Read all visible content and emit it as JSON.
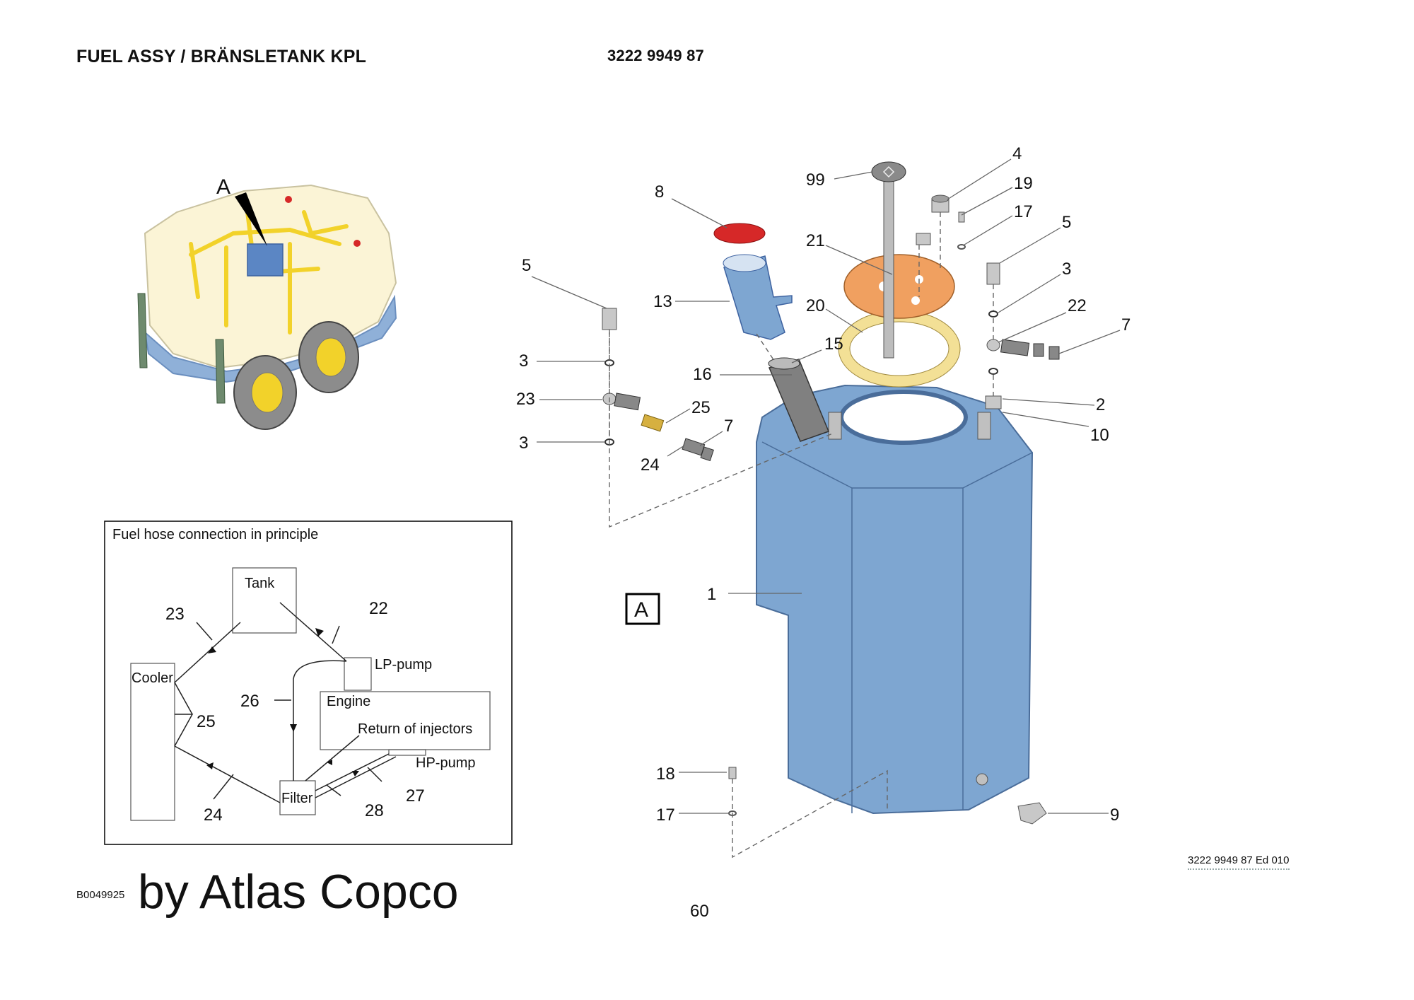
{
  "header": {
    "title": "FUEL ASSY / BRÄNSLETANK KPL",
    "part_number": "3222 9949 87"
  },
  "overview": {
    "view_letter": "A"
  },
  "callouts": [
    "4",
    "99",
    "19",
    "8",
    "17",
    "21",
    "5",
    "5",
    "3",
    "13",
    "20",
    "22",
    "7",
    "3",
    "15",
    "16",
    "2",
    "23",
    "25",
    "10",
    "7",
    "3",
    "24",
    "1",
    "18",
    "17",
    "9"
  ],
  "view_box_label": "A",
  "principle_box": {
    "title": "Fuel hose connection in principle",
    "labels": {
      "tank": "Tank",
      "cooler": "Cooler",
      "lp_pump": "LP-pump",
      "engine": "Engine",
      "return": "Return of injectors",
      "hp_pump": "HP-pump",
      "filter": "Filter"
    },
    "numbers": [
      "23",
      "22",
      "26",
      "25",
      "24",
      "27",
      "28"
    ]
  },
  "footer": {
    "figure_id": "B0049925",
    "watermark": "by Atlas Copco",
    "page": "60",
    "edition": "3222 9949 87 Ed 010"
  },
  "colors": {
    "tank_blue": "#7ea6d1",
    "flange_orange": "#f0a060",
    "gasket_yellow": "#f3e096",
    "cap_red": "#d62828",
    "machine_yellow": "#f2d22a",
    "machine_cream": "#fbf4d6"
  }
}
